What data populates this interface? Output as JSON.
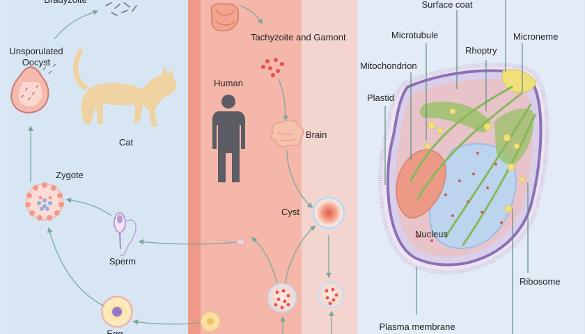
{
  "labels": {
    "bradyzoite": "Bradyzoite",
    "unsporulated_oocyst_line1": "Unsporulated",
    "unsporulated_oocyst_line2": "Oocyst",
    "cat": "Cat",
    "zygote": "Zygote",
    "sperm": "Sperm",
    "egg": "Egg",
    "human": "Human",
    "tachyzoite_gamont": "Tachyzoite and Gamont",
    "brain": "Brain",
    "cyst": "Cyst",
    "surface_coat": "Surface coat",
    "microtubule": "Microtubule",
    "microneme": "Microneme",
    "rhoptry": "Rhoptry",
    "mitochondrion": "Mitochondrion",
    "plastid": "Plastid",
    "nucleus": "Nucleus",
    "ribosome": "Ribosome",
    "plasma_membrane": "Plasma membrane"
  },
  "colors": {
    "left_panel": "#dbe7f4",
    "host_band": "#f2a898",
    "host_band_light": "#f6d2ca",
    "right_panel": "#e4edf7",
    "cell_membrane": "#8c70b5",
    "nucleus": "#bcd4ee",
    "organelle_green": "#9cc16a",
    "plastid_orange": "#ec9a86",
    "microneme_yellow": "#f0e07a",
    "arrow": "#7aa79d",
    "leader": "#5d8a84"
  }
}
